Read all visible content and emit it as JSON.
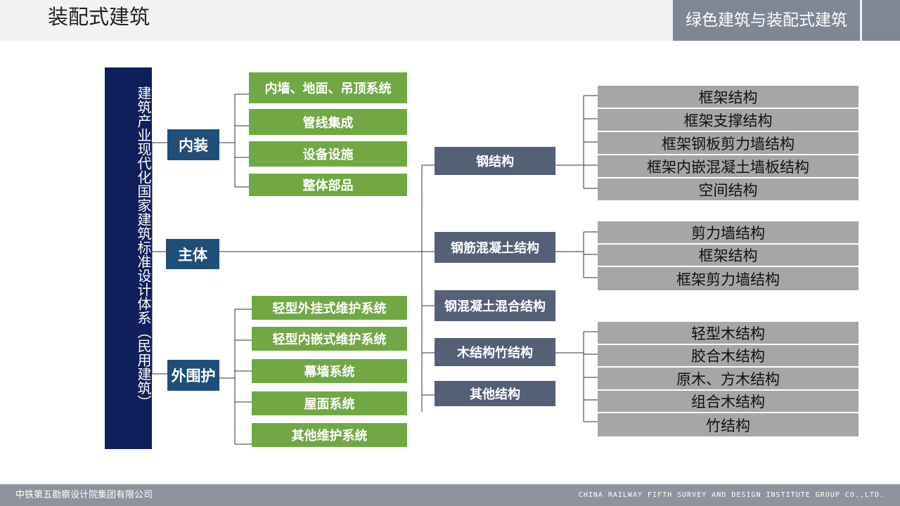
{
  "header": {
    "page_title": "装配式建筑",
    "section_tab": "绿色建筑与装配式建筑"
  },
  "root": {
    "label": "建筑产业现代化国家建筑标准设计体系（民用建筑）"
  },
  "categories": {
    "interior": "内装",
    "main_body": "主体",
    "envelope": "外围护"
  },
  "interior_items": [
    "内墙、地面、吊顶系统",
    "管线集成",
    "设备设施",
    "整体部品"
  ],
  "envelope_items": [
    "轻型外挂式维护系统",
    "轻型内嵌式维护系统",
    "幕墙系统",
    "屋面系统",
    "其他维护系统"
  ],
  "structure_types": [
    "钢结构",
    "钢筋混凝土结构",
    "钢混凝土混合结构",
    "木结构竹结构",
    "其他结构"
  ],
  "steel_subtypes": [
    "框架结构",
    "框架支撑结构",
    "框架钢板剪力墙结构",
    "框架内嵌混凝土墙板结构",
    "空间结构"
  ],
  "concrete_subtypes": [
    "剪力墙结构",
    "框架结构",
    "框架剪力墙结构"
  ],
  "timber_subtypes": [
    "轻型木结构",
    "胶合木结构",
    "原木、方木结构",
    "组合木结构",
    "竹结构"
  ],
  "footer": {
    "left": "中铁第五勘察设计院集团有限公司",
    "right": "CHINA RAILWAY FIFTH SURVEY AND DESIGN INSTITUTE GROUP CO.,LTD."
  },
  "colors": {
    "root_bg": "#0f1f5c",
    "category_bg": "#1f4e79",
    "green_bg": "#71a844",
    "slate_bg": "#546076",
    "grey_bg": "#a6a6a6",
    "header_tab_bg": "#7f8694"
  }
}
